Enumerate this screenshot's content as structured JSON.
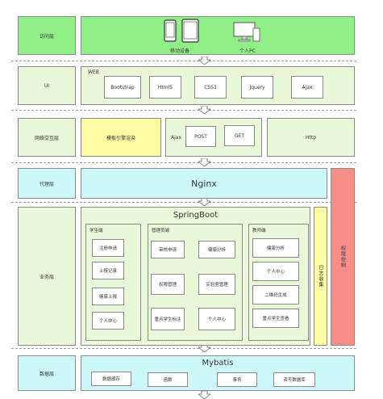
{
  "colors": {
    "green": "#91ef88",
    "light_green": "#e9f8d8",
    "yellow": "#fdfca5",
    "cyan": "#cdf9fa",
    "red": "#f88c87",
    "border": "#8a8a8a"
  },
  "layers": {
    "access": {
      "label": "访问层",
      "mobile_label": "移动设备",
      "pc_label": "个人PC",
      "icons": [
        "phone-icon",
        "tablet-icon",
        "monitor-icon"
      ]
    },
    "ui": {
      "label": "UI",
      "web_label": "WEB",
      "techs": [
        "Bootstrap",
        "Html5",
        "CSS3",
        "Jquery",
        "Ajax"
      ]
    },
    "interaction": {
      "label": "网络交互层",
      "template": "模板引擎渲染",
      "ajax_label": "Ajax",
      "post": "POST",
      "get": "GET",
      "http": "Http"
    },
    "proxy": {
      "label": "代理层",
      "nginx": "Nginx"
    },
    "business": {
      "label": "业务层",
      "springboot": "SpringBoot",
      "student": {
        "title": "学生端",
        "items": [
          "注册申请",
          "上报记录",
          "健康上报",
          "个人中心"
        ]
      },
      "admin": {
        "title": "管理员端",
        "items": [
          "审核申请",
          "健康分析",
          "权限管理",
          "实验室管理",
          "重点学生标注",
          "个人中心"
        ]
      },
      "teacher": {
        "title": "教师端",
        "items": [
          "健康分析",
          "个人中心",
          "二维码生成",
          "重点学生查看"
        ]
      },
      "log": "日志收集",
      "permission": "权限控制"
    },
    "data": {
      "label": "数据层",
      "mybatis": "Mybatis",
      "items": [
        "数据缓存",
        "函数",
        "事务",
        "读写数据库"
      ]
    }
  }
}
